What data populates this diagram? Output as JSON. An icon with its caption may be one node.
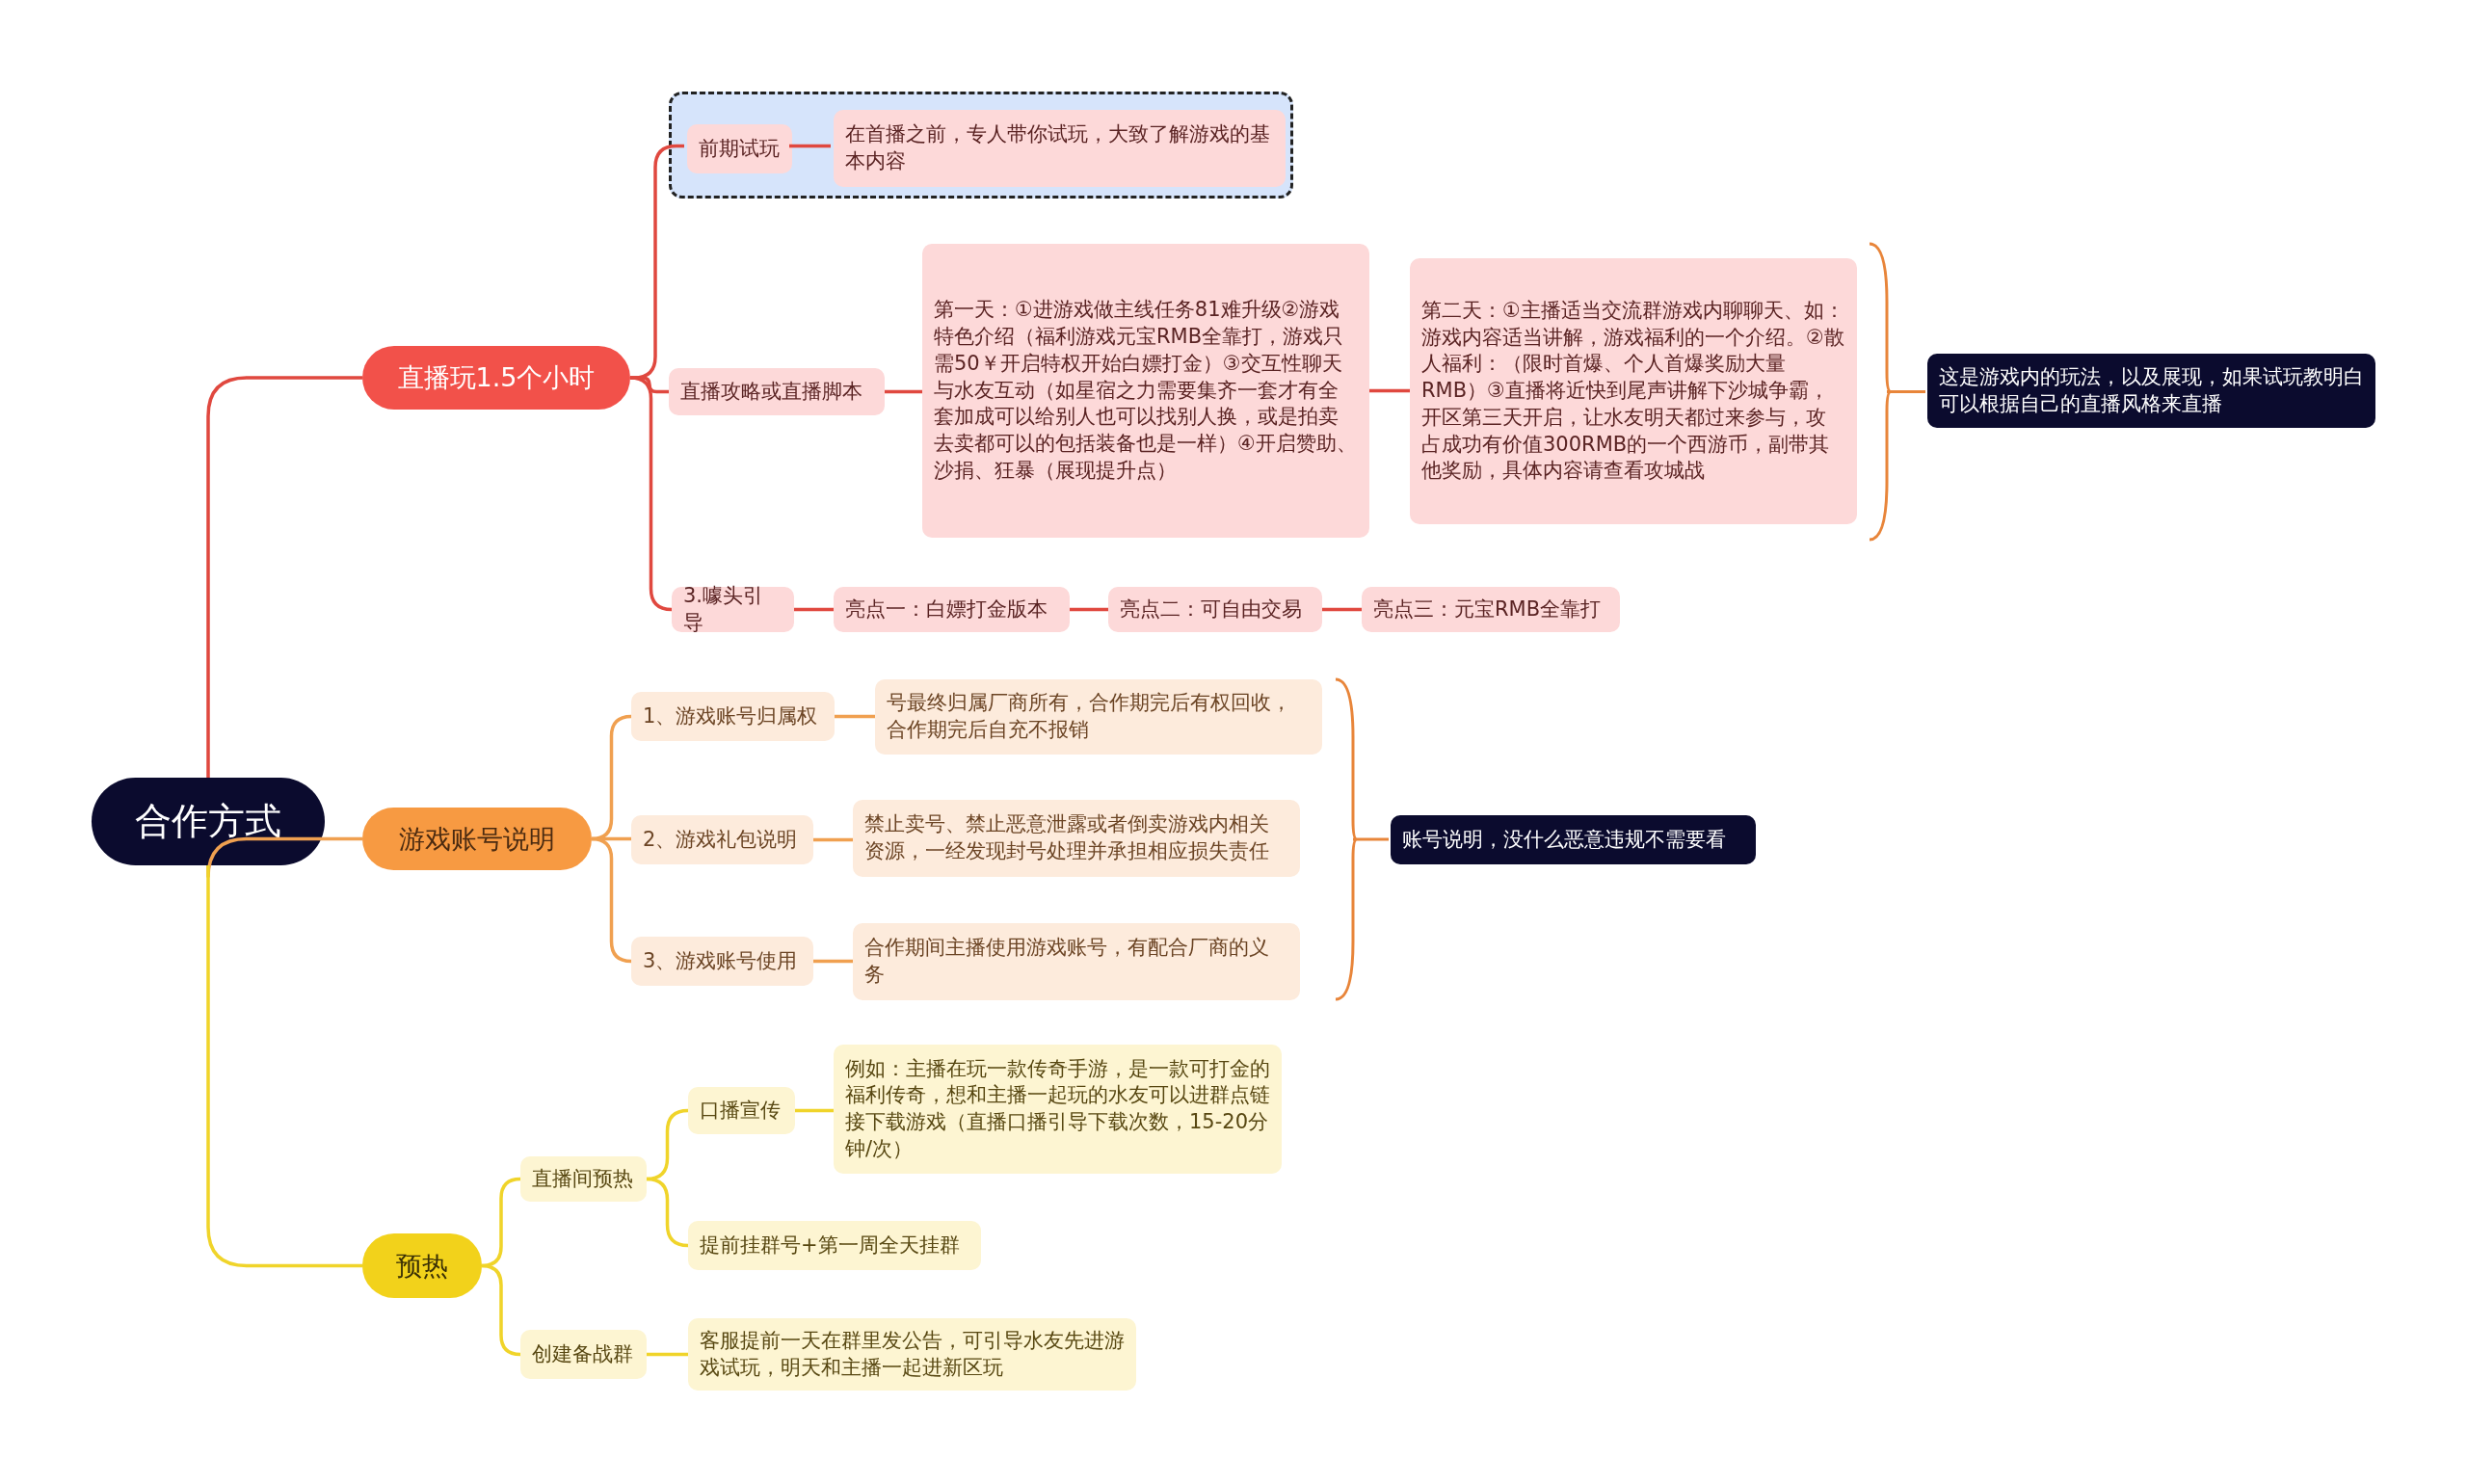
{
  "diagram": {
    "nodes": [
      {
        "text": [
          "合作方式"
        ]
      },
      {
        "text": [
          "直播玩1.5个小时"
        ]
      },
      {
        "text": [],
        "shape": "box"
      },
      {
        "text": [
          "前期试玩"
        ],
        "in": 2
      },
      {
        "text": [
          "在首播之前，专人带你试玩，大致了解游戏的基本内容"
        ],
        "in": 2
      },
      {
        "text": [
          "直播攻略或直播脚本"
        ]
      },
      {
        "text": [
          "第一天：①进游戏做主线任务81难升级②游戏特色介绍（福利游戏元宝RMB全靠打，游戏只需50￥开启特权开始白嫖打金）③交互性聊天与水友互动（如星宿之力需要集齐一套才有全套加成可以给别人也可以找别人换，或是拍卖去卖都可以的包括装备也是一样）④开启赞助、沙捐、狂暴（展现提升点）"
        ]
      },
      {
        "text": [
          "第二天：①主播适当交流群游戏内聊聊天、如：游戏内容适当讲解，游戏福利的一个介绍。②散人福利：（限时首爆、个人首爆奖励大量RMB）③直播将近快到尾声讲解下沙城争霸，开区第三天开启，让水友明天都过来参与，攻占成功有价值300RMB的一个西游币，副带其他奖励，具体内容请查看攻城战"
        ]
      },
      {
        "text": [
          "这是游戏内的玩法，以及展现，如果试玩教明白可以根据自己的直播风格来直播"
        ]
      },
      {
        "text": [
          "3.噱头引导"
        ]
      },
      {
        "text": [
          "亮点一：白嫖打金版本"
        ]
      },
      {
        "text": [
          "亮点二：可自由交易"
        ]
      },
      {
        "text": [
          "亮点三：元宝RMB全靠打"
        ]
      },
      {
        "text": [
          "游戏账号说明"
        ]
      },
      {
        "text": [
          "1、游戏账号归属权"
        ]
      },
      {
        "text": [
          "号最终归属厂商所有，合作期完后有权回收，合作期完后自充不报销"
        ]
      },
      {
        "text": [
          "2、游戏礼包说明"
        ]
      },
      {
        "text": [
          "禁止卖号、禁止恶意泄露或者倒卖游戏内相关资源，一经发现封号处理并承担相应损失责任"
        ]
      },
      {
        "text": [
          "3、游戏账号使用"
        ]
      },
      {
        "text": [
          "合作期间主播使用游戏账号，有配合厂商的义务"
        ]
      },
      {
        "text": [
          "账号说明，没什么恶意违规不需要看"
        ]
      },
      {
        "text": [
          "预热"
        ]
      },
      {
        "text": [
          "直播间预热"
        ]
      },
      {
        "text": [
          "口播宣传"
        ]
      },
      {
        "text": [
          "例如：主播在玩一款传奇手游，是一款可打金的福利传奇，想和主播一起玩的水友可以进群点链接下载游戏（直播口播引导下载次数，15-20分钟/次）"
        ]
      },
      {
        "text": [
          "提前挂群号+第一周全天挂群"
        ]
      },
      {
        "text": [
          "创建备战群"
        ]
      },
      {
        "text": [
          "客服提前一天在群里发公告，可引导水友先进游戏试玩，明天和主播一起进新区玩"
        ]
      }
    ],
    "edges": [
      {
        "from": 0,
        "to": 1,
        "arrow": "none"
      },
      {
        "from": 1,
        "to": 3,
        "arrow": "none"
      },
      {
        "from": 3,
        "to": 4,
        "arrow": "none"
      },
      {
        "from": 1,
        "to": 5,
        "arrow": "none"
      },
      {
        "from": 5,
        "to": 6,
        "arrow": "none"
      },
      {
        "from": 6,
        "to": 7,
        "arrow": "none"
      },
      {
        "from": 1,
        "to": 9,
        "arrow": "none"
      },
      {
        "from": 9,
        "to": 10,
        "arrow": "none"
      },
      {
        "from": 10,
        "to": 11,
        "arrow": "none"
      },
      {
        "from": 11,
        "to": 12,
        "arrow": "none"
      },
      {
        "from": 0,
        "to": 13,
        "arrow": "none",
        "color": "#f0a050"
      },
      {
        "from": 13,
        "to": 14,
        "arrow": "none",
        "color": "#f0a050"
      },
      {
        "from": 14,
        "to": 15,
        "arrow": "none",
        "color": "#f0a050"
      },
      {
        "from": 13,
        "to": 16,
        "arrow": "none",
        "color": "#f0a050"
      },
      {
        "from": 16,
        "to": 17,
        "arrow": "none",
        "color": "#f0a050"
      },
      {
        "from": 13,
        "to": 18,
        "arrow": "none",
        "color": "#f0a050"
      },
      {
        "from": 18,
        "to": 19,
        "arrow": "none",
        "color": "#f0a050"
      },
      {
        "from": 0,
        "to": 21,
        "arrow": "none",
        "color": "#f0d42a"
      },
      {
        "from": 21,
        "to": 22,
        "arrow": "none",
        "color": "#f0d42a"
      },
      {
        "from": 22,
        "to": 23,
        "arrow": "none",
        "color": "#f0d42a"
      },
      {
        "from": 23,
        "to": 24,
        "arrow": "none",
        "color": "#f0d42a"
      },
      {
        "from": 22,
        "to": 25,
        "arrow": "none",
        "color": "#f0d42a"
      },
      {
        "from": 21,
        "to": 26,
        "arrow": "none",
        "color": "#f0d42a"
      },
      {
        "from": 26,
        "to": 27,
        "arrow": "none",
        "color": "#f0d42a"
      }
    ]
  }
}
